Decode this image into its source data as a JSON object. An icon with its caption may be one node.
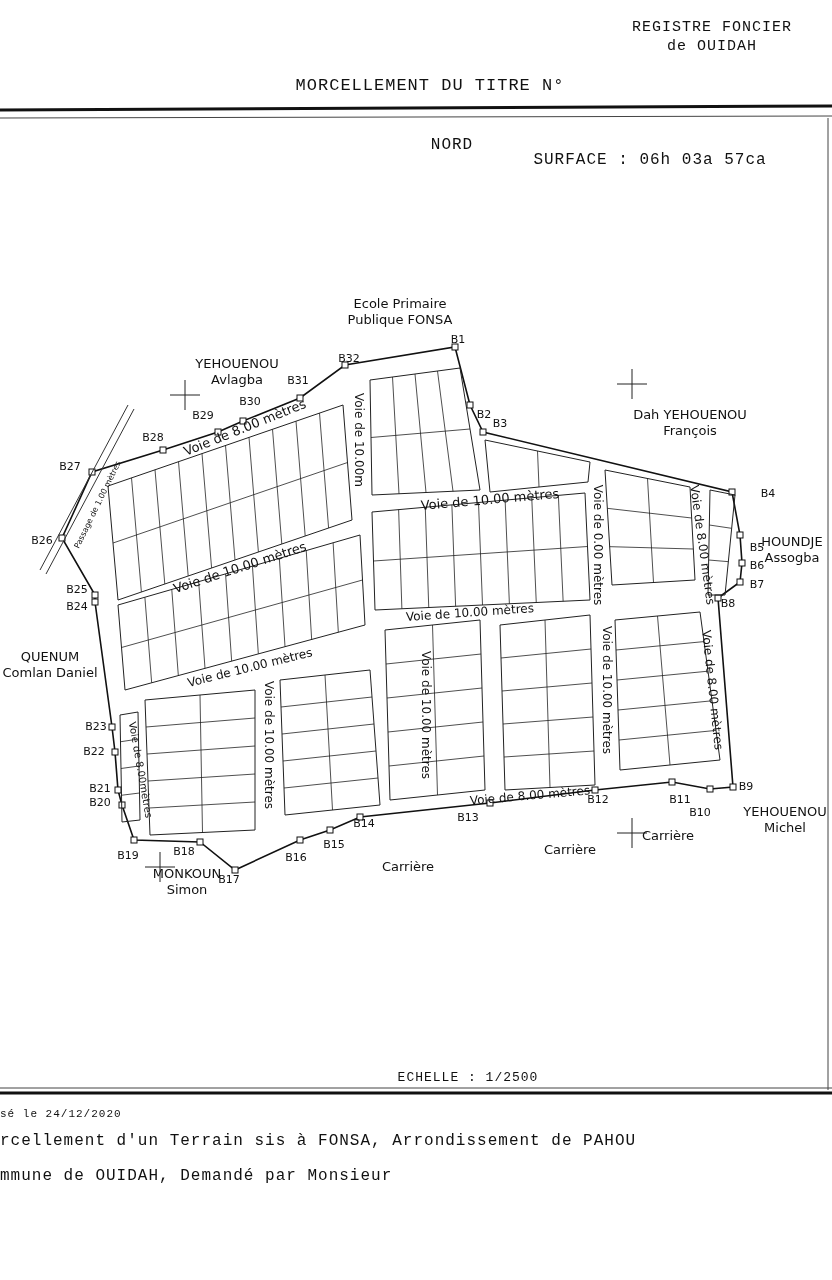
{
  "diagram": {
    "title": "MORCELLEMENT DU TITRE N°",
    "labels": [
      "REGISTRE FONCIER de OUIDAH",
      "NORD",
      "SURFACE : 06h 03a 57ca",
      "Ecole Primaire Publique FONSA",
      "B1",
      "YEHOUENOU Avlagba",
      "B32",
      "B31",
      "B30",
      "Dah YEHOUENOU François",
      "B29",
      "B2",
      "B3",
      "B28",
      "B27",
      "B4",
      "HOUNDJE Assogba",
      "B26",
      "B5",
      "B6",
      "B7",
      "B25",
      "B24",
      "B8",
      "QUENUM Comlan Daniel",
      "B23",
      "B22",
      "B21",
      "B20",
      "B9",
      "YEHOUENOU Michel",
      "B12",
      "B11",
      "B10",
      "B13",
      "B14",
      "B18",
      "Carrière",
      "B15",
      "Carrière",
      "B19",
      "B16",
      "MONKOUN Simon",
      "Carrière",
      "B17",
      "ECHELLE : 1/2500",
      "sé le 24/12/2020",
      "rcellement d'un Terrain sis à FONSA, Arrondissement de PAHOU",
      "mmune de OUIDAH, Demandé par Monsieur",
      "Passage de 1.00 mètres",
      "Voie de 8.00 mètres",
      "Voie de 10.00m",
      "Voie de 10.00 mètres",
      "Voie de 0.00 mètres",
      "Voie de 8.00 mètres",
      "Voie de 10.00 mètres",
      "Voie de 10.00 mètres",
      "Voie de 10.00 mètres",
      "Voie de 10.00 mètres",
      "Voie de 8.00 mètres",
      "Voie de 10.00 mètres",
      "Voie de 10.00 mètres",
      "Voie de 8.00 mètres",
      "Voie de 8.00mètres"
    ]
  }
}
